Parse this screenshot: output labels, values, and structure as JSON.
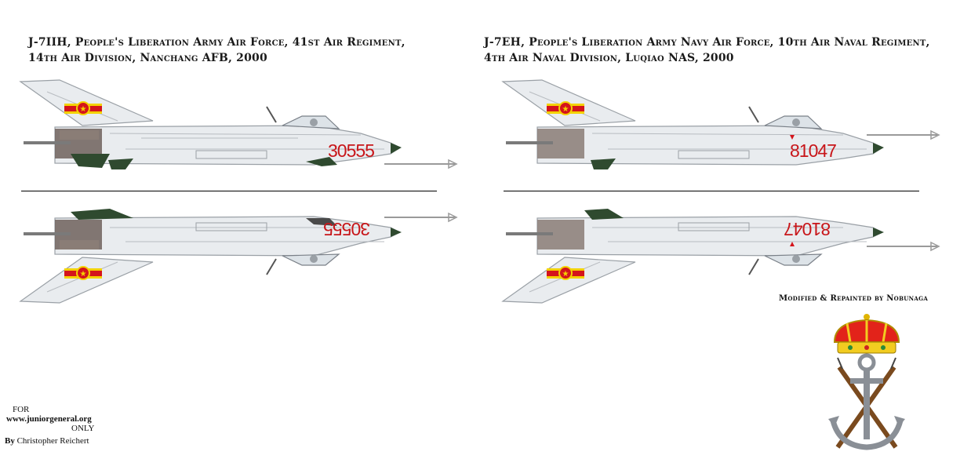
{
  "left_panel": {
    "caption_line1": "J-7IIH, People's Liberation Army Air Force, 41st Air Regiment,",
    "caption_line2": "14th Air Division, Nanchang AFB, 2000",
    "serial_top": "30555",
    "serial_bottom": "30555"
  },
  "right_panel": {
    "caption_line1": "J-7EH, People's Liberation Army Navy Air Force, 10th Air Naval Regiment,",
    "caption_line2": "4th Air Naval Division, Luqiao NAS, 2000",
    "serial_top": "81047",
    "serial_bottom": "81047"
  },
  "credit": "Modified & Repainted by Nobunaga",
  "footer": {
    "for": "FOR",
    "site": "www.juniorgeneral.org",
    "only": "ONLY",
    "by": "By",
    "author": "Christopher Reichert"
  },
  "colors": {
    "fuselage": "#e9ecef",
    "panel_line": "#b8bcc1",
    "serial_red": "#c8161a",
    "insignia_red": "#d4141c",
    "insignia_yellow": "#f4d200",
    "camo_green": "#2f4a2f",
    "exhaust_brown": "#6e625c"
  }
}
